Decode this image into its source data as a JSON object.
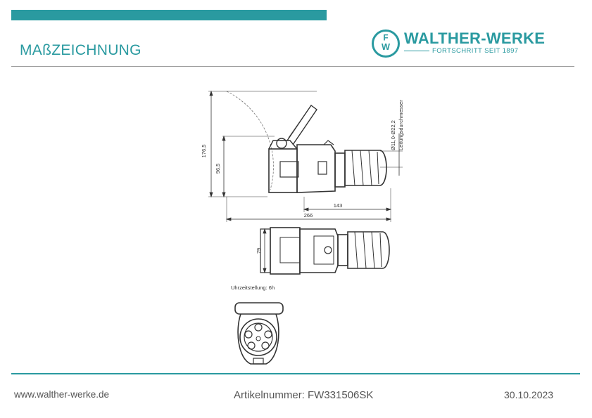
{
  "header": {
    "title": "MAßZEICHNUNG"
  },
  "logo": {
    "name": "WALTHER-WERKE",
    "tagline": "FORTSCHRITT SEIT 1897"
  },
  "drawing": {
    "dim_overall_height": "176,5",
    "dim_body_height": "96,5",
    "dim_length_partial": "143",
    "dim_length_total": "266",
    "dim_cable": "Ø11,0-Ø22,2",
    "dim_cable_label": "Leitungsdurchmesser",
    "dim_width": "79",
    "clock_position": "Uhrzeitstellung: 6h"
  },
  "footer": {
    "website": "www.walther-werke.de",
    "article": "Artikelnummer: FW331506SK",
    "date": "30.10.2023"
  },
  "colors": {
    "accent": "#2a9aa0",
    "line": "#333333"
  }
}
